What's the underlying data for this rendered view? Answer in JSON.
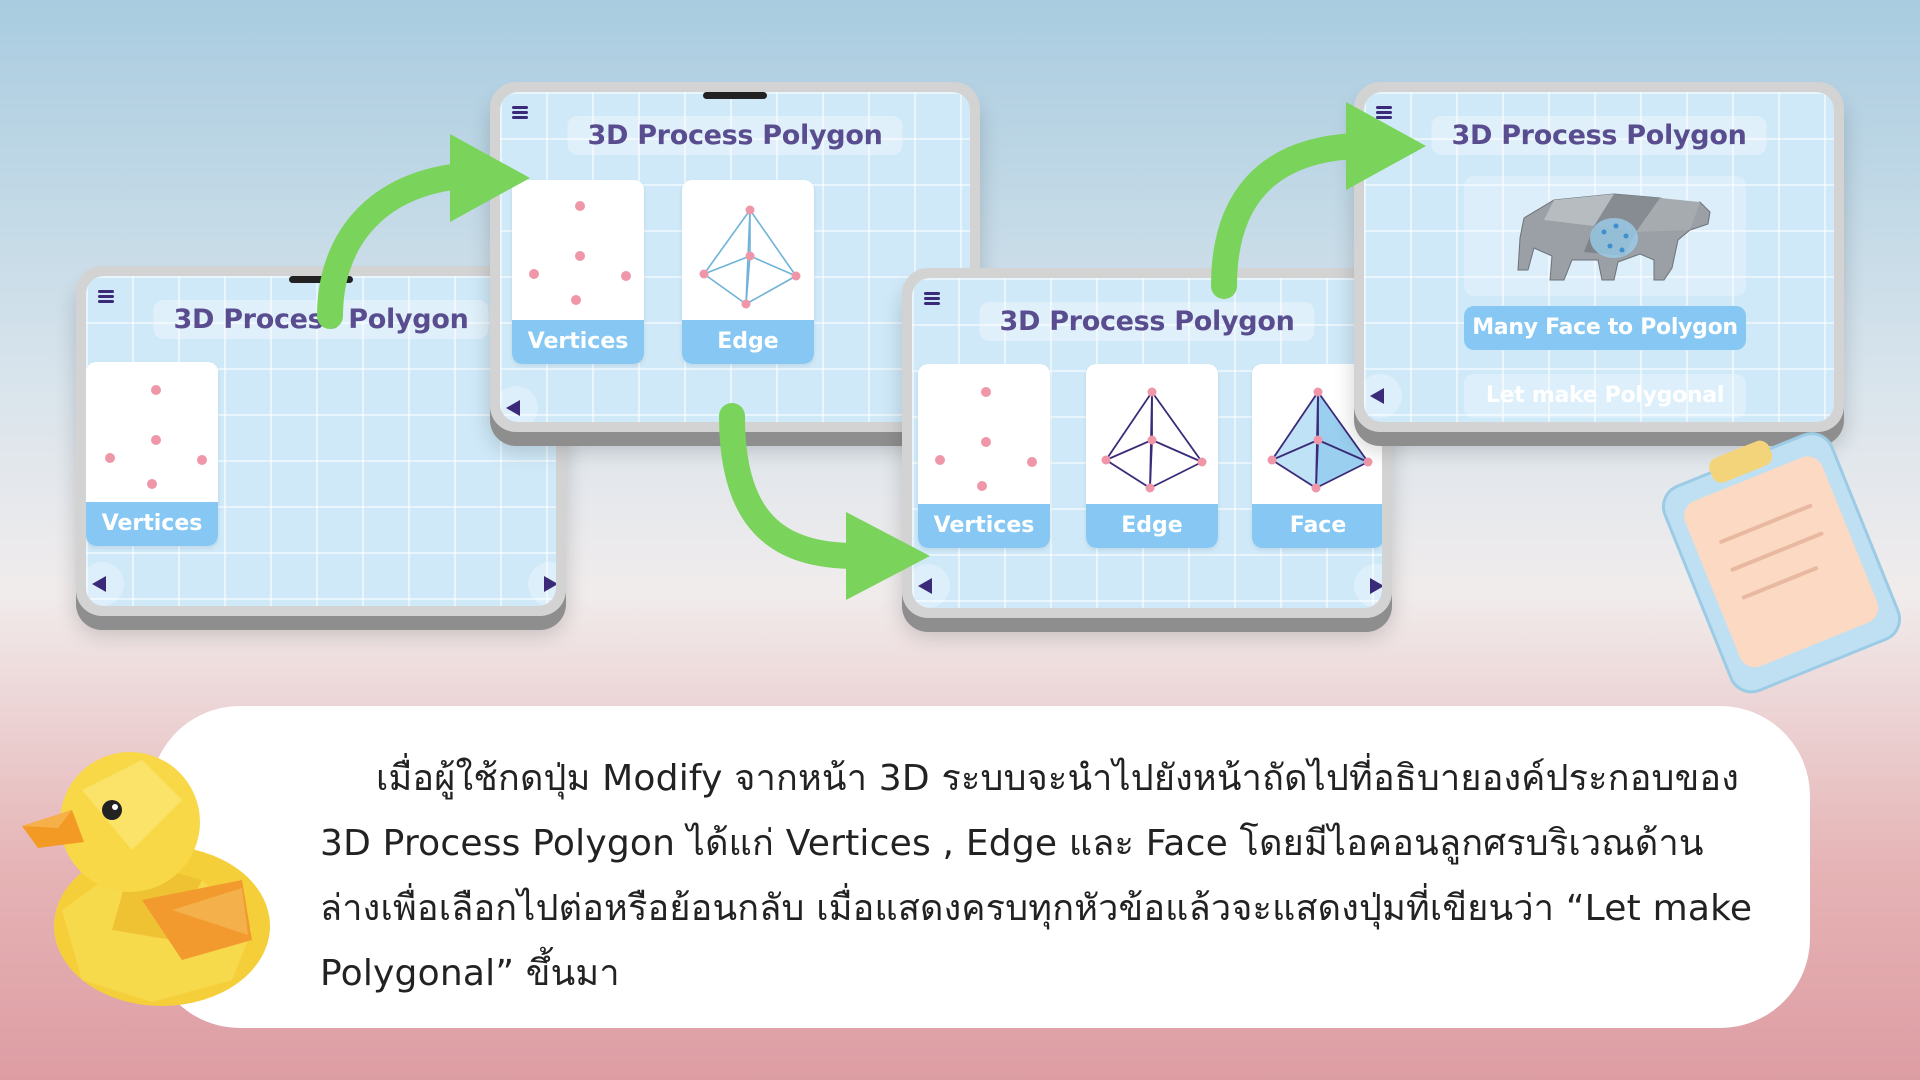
{
  "screens": [
    {
      "title": "3D Process Polygon",
      "cards": [
        "Vertices"
      ]
    },
    {
      "title": "3D Process Polygon",
      "cards": [
        "Vertices",
        "Edge"
      ]
    },
    {
      "title": "3D Process Polygon",
      "cards": [
        "Vertices",
        "Edge",
        "Face"
      ]
    },
    {
      "title": "3D Process Polygon",
      "buttons": [
        "Many Face to Polygon",
        "Let make Polygonal"
      ]
    }
  ],
  "description": "เมื่อผู้ใช้กดปุ่ม Modify จากหน้า 3D ระบบจะนำไปยังหน้าถัดไปที่อธิบายองค์ประกอบของ 3D Process Polygon ได้แก่ Vertices , Edge  และ Face โดยมีไอคอนลูกศรบริเวณด้านล่างเพื่อเลือกไปต่อหรือย้อนกลับ เมื่อแสดงครบทุกหัวข้อแล้วจะแสดงปุ่มที่เขียนว่า “Let make Polygonal” ขึ้นมา",
  "colors": {
    "arrow": "#7ad35b",
    "card_label": "#86c8f3",
    "title_text": "#5a4d8f",
    "nav_icon": "#3b2a78"
  },
  "icons": [
    "menu-icon",
    "chevron-left-icon",
    "chevron-right-icon",
    "vertices-diagram",
    "edge-diagram",
    "face-diagram",
    "bear-model",
    "duck-illustration",
    "clipboard-illustration"
  ]
}
